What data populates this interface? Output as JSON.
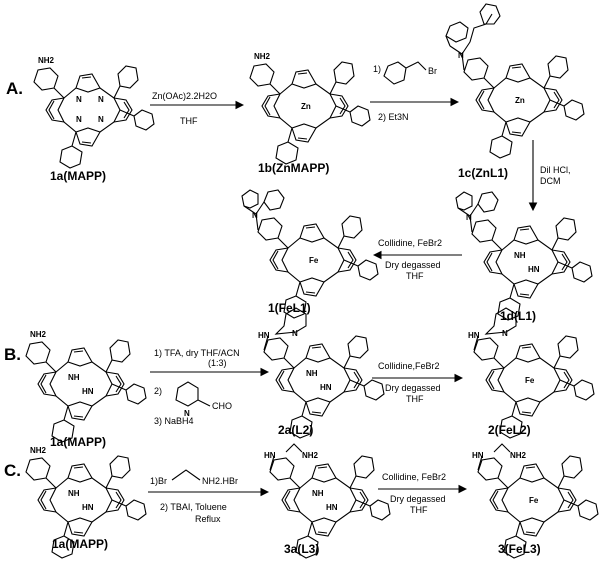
{
  "sections": [
    {
      "label": "A."
    },
    {
      "label": "B."
    },
    {
      "label": "C."
    }
  ],
  "compounds": {
    "a1": "1a(MAPP)",
    "a2": "1b(ZnMAPP)",
    "a3": "1c(ZnL1)",
    "a4": "1d(L1)",
    "a5": "1(FeL1)",
    "b1": "1a(MAPP)",
    "b2": "2a(L2)",
    "b3": "2(FeL2)",
    "c1": "1a(MAPP)",
    "c2": "3a(L3)",
    "c3": "3(FeL3)"
  },
  "conditions": {
    "a_step1_top": "Zn(OAc)2.2H2O",
    "a_step1_bottom": "THF",
    "a_step2_reagent_prefix": "1)",
    "a_step2_reagent_br": "Br",
    "a_step2_bottom": "2) Et3N",
    "a_step3_line1": "Dil HCl,",
    "a_step3_line2": "DCM",
    "a_step4_top": "Collidine, FeBr2",
    "a_step4_bottom1": "Dry degassed",
    "a_step4_bottom2": "THF",
    "b_step1_line1": "1) TFA, dry THF/ACN",
    "b_step1_line2": "(1:3)",
    "b_step1_line3": "2)",
    "b_step1_cho": "CHO",
    "b_step1_line4": "3) NaBH4",
    "b_step2_top": "Collidine,FeBr2",
    "b_step2_bottom1": "Dry degassed",
    "b_step2_bottom2": "THF",
    "c_step1_line1_br": "1)Br",
    "c_step1_line1_nh2": "NH2.HBr",
    "c_step1_line2": "2) TBAI, Toluene",
    "c_step1_line3": "Reflux",
    "c_step2_top": "Collidine, FeBr2",
    "c_step2_bottom1": "Dry degassed",
    "c_step2_bottom2": "THF"
  },
  "atoms": {
    "nh2": "NH2",
    "n": "N",
    "nh": "NH",
    "hn": "HN",
    "zn": "Zn",
    "fe": "Fe"
  }
}
